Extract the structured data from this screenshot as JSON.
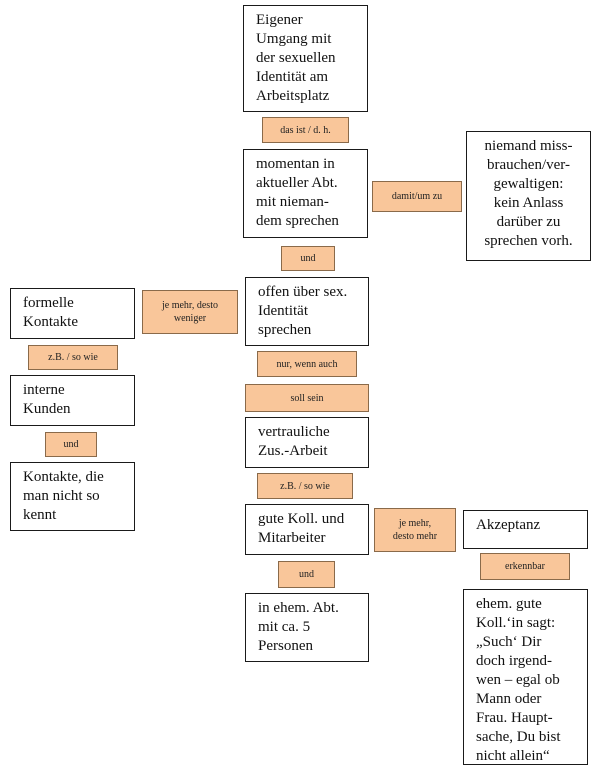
{
  "nodes": {
    "eigener_umgang": "Eigener\nUmgang mit\nder sexuellen\nIdentität am\nArbeitsplatz",
    "momentan": "momentan in\naktueller Abt.\nmit nieman-\ndem sprechen",
    "niemand": "niemand miss-\nbrauchen/ver-\ngewaltigen:\nkein Anlass\ndarüber zu\nsprechen vorh.",
    "offen": "offen über sex.\nIdentität\nsprechen",
    "formelle": "formelle\nKontakte",
    "interne": "interne\nKunden",
    "kontakte": "Kontakte, die\nman nicht so\nkennt",
    "vertrauliche": "vertrauliche\nZus.-Arbeit",
    "gute_koll": "gute Koll. und\nMitarbeiter",
    "akzeptanz": "Akzeptanz",
    "ehem_abt": "in ehem. Abt.\nmit ca. 5\nPersonen",
    "ehem_gute": "ehem. gute\nKoll.‘in sagt:\n„Such‘ Dir\ndoch irgend-\nwen – egal ob\nMann oder\nFrau. Haupt-\nsache, Du bist\nnicht allein“"
  },
  "edges": {
    "das_ist": "das ist / d. h.",
    "damit": "damit/um zu",
    "und1": "und",
    "je_mehr_weniger": "je mehr, desto\nweniger",
    "nur_wenn": "nur, wenn auch",
    "zb1": "z.B. / so wie",
    "soll_sein": "soll sein",
    "und2": "und",
    "zb2": "z.B. / so wie",
    "je_mehr_mehr": "je mehr,\ndesto mehr",
    "erkennbar": "erkennbar",
    "und3": "und"
  },
  "colors": {
    "label_fill": "#f9c69a",
    "box_border": "#1a1a1a"
  }
}
